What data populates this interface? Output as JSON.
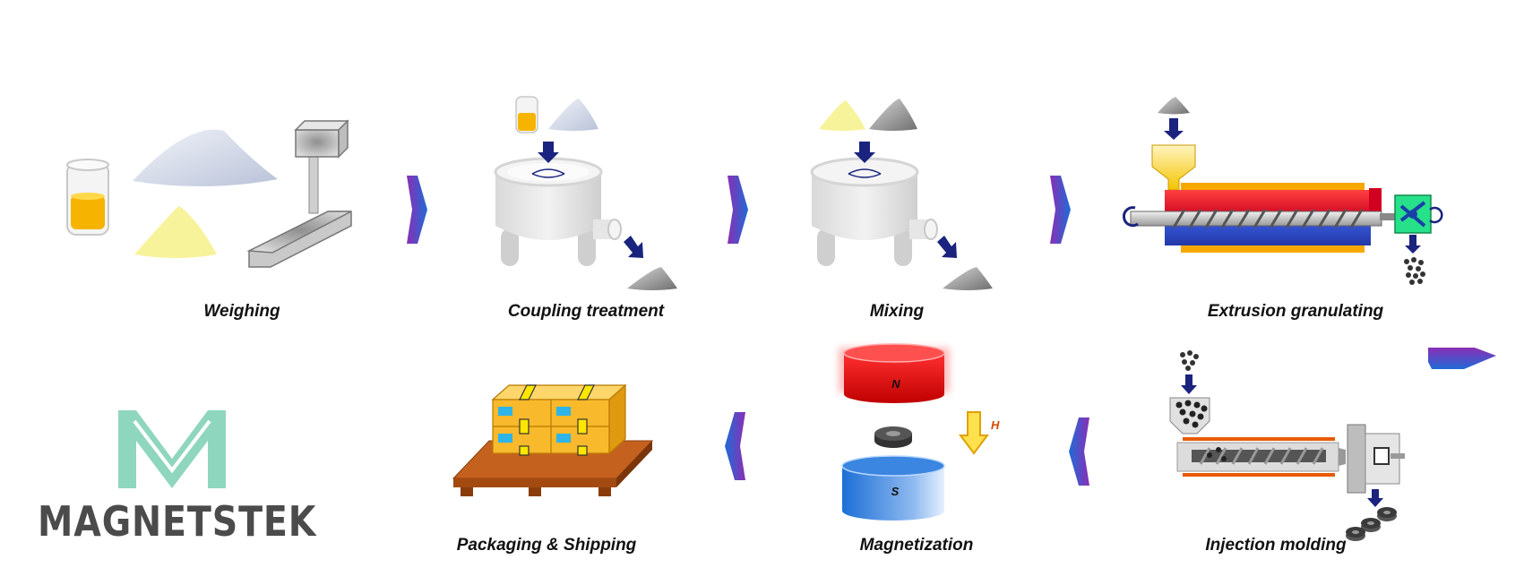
{
  "steps": {
    "weighing": "Weighing",
    "coupling": "Coupling treatment",
    "mixing": "Mixing",
    "extrusion": "Extrusion granulating",
    "injection": "Injection molding",
    "magnetization": "Magnetization",
    "packaging": "Packaging & Shipping"
  },
  "magnet": {
    "north": "N",
    "south": "S",
    "field": "H"
  },
  "brand": {
    "name": "MAGNETSTEK",
    "logo_icon": "m-monogram-icon"
  },
  "colors": {
    "arrow_gradient_start": "#7a2fb8",
    "arrow_gradient_end": "#1e6ad8",
    "logo_teal": "#8fd6bf",
    "brand_gray": "#4b4b4b",
    "north_red": "#e01010",
    "south_blue": "#1e6fd0",
    "liquid_amber": "#f6b400",
    "powder_yellow": "#f7f39a"
  }
}
